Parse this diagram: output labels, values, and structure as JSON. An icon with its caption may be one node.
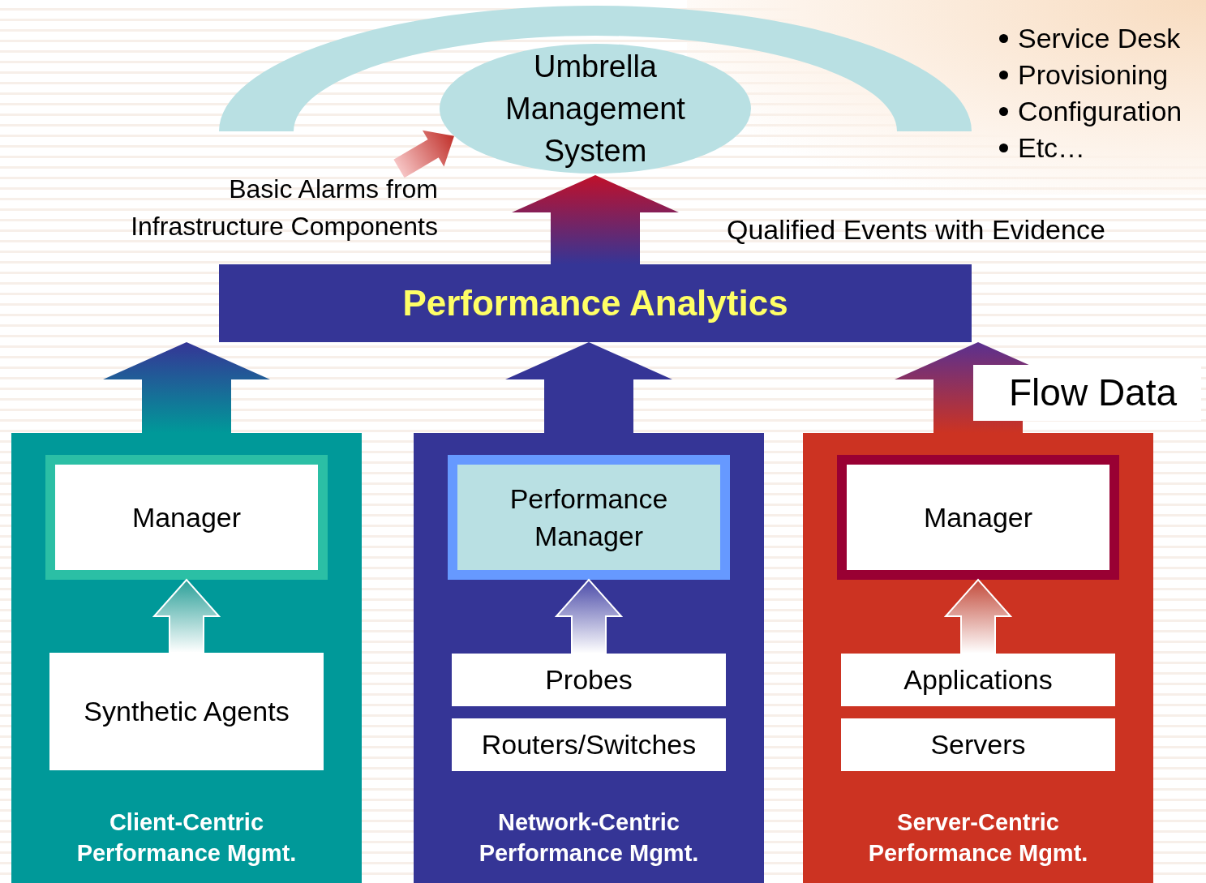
{
  "diagram": {
    "nodes": [
      {
        "text": [
          "Umbrella Management System"
        ]
      },
      {
        "text": [
          "Performance Analytics"
        ]
      },
      {
        "text": [
          "Client-Centric Performance Mgmt."
        ]
      },
      {
        "text": [
          "Manager"
        ],
        "in": 2
      },
      {
        "text": [
          "Synthetic Agents"
        ],
        "in": 2
      },
      {
        "text": [
          "Network-Centric Performance Mgmt."
        ]
      },
      {
        "text": [
          "Performance Manager"
        ],
        "in": 5
      },
      {
        "text": [
          "Probes"
        ],
        "in": 5
      },
      {
        "text": [
          "Routers/Switches"
        ],
        "in": 5
      },
      {
        "text": [
          "Server-Centric Performance Mgmt."
        ]
      },
      {
        "text": [
          "Manager"
        ],
        "in": 9
      },
      {
        "text": [
          "Applications"
        ],
        "in": 9
      },
      {
        "text": [
          "Servers"
        ],
        "in": 9
      },
      {
        "text": [
          "Basic Alarms from Infrastructure Components"
        ]
      },
      {
        "text": [],
        "shape": "band"
      }
    ],
    "edges": [
      {
        "from": 1,
        "to": 0,
        "arrow": "to"
      },
      {
        "from": 2,
        "to": 1,
        "arrow": "to"
      },
      {
        "from": 5,
        "to": 1,
        "arrow": "to"
      },
      {
        "from": 9,
        "to": 1,
        "arrow": "to"
      },
      {
        "from": 4,
        "to": 3,
        "arrow": "to"
      },
      {
        "from": 7,
        "to": 6,
        "arrow": "to"
      },
      {
        "from": 11,
        "to": 10,
        "arrow": "to"
      },
      {
        "from": 13,
        "to": 0,
        "arrow": "to"
      }
    ],
    "labels": [
      "Service Desk",
      "Provisioning",
      "Configuration",
      "Etc…",
      "Qualified Events with Evidence",
      "Flow Data"
    ]
  }
}
